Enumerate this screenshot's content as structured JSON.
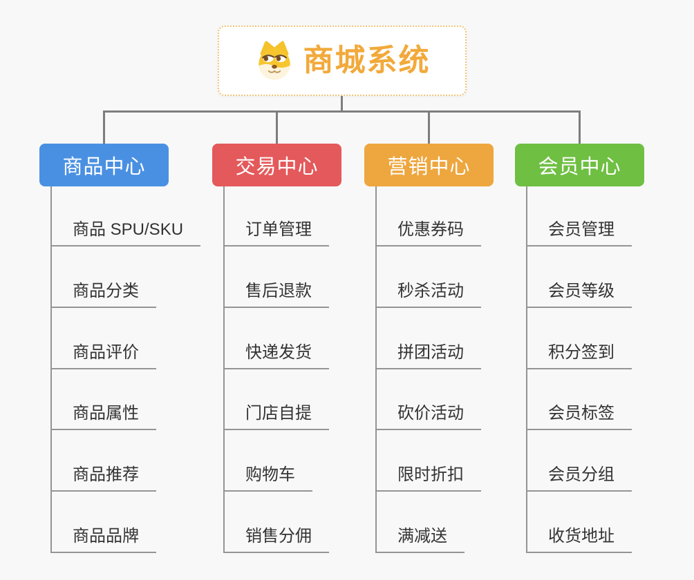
{
  "root": {
    "title": "商城系统",
    "icon": "dog-face"
  },
  "branches": [
    {
      "label": "商品中心",
      "color": "#4A90E2",
      "items": [
        "商品 SPU/SKU",
        "商品分类",
        "商品评价",
        "商品属性",
        "商品推荐",
        "商品品牌"
      ]
    },
    {
      "label": "交易中心",
      "color": "#E4595B",
      "items": [
        "订单管理",
        "售后退款",
        "快递发货",
        "门店自提",
        "购物车",
        "销售分佣"
      ]
    },
    {
      "label": "营销中心",
      "color": "#EEA63E",
      "items": [
        "优惠券码",
        "秒杀活动",
        "拼团活动",
        "砍价活动",
        "限时折扣",
        "满减送"
      ]
    },
    {
      "label": "会员中心",
      "color": "#6FBF43",
      "items": [
        "会员管理",
        "会员等级",
        "积分签到",
        "会员标签",
        "会员分组",
        "收货地址"
      ]
    }
  ],
  "colors": {
    "background": "#F8F8F8",
    "root_border": "#F1C375",
    "root_title": "#F2A93B",
    "connector": "#7D7D7D",
    "leaf_line": "#949494",
    "leaf_text": "#333333"
  }
}
